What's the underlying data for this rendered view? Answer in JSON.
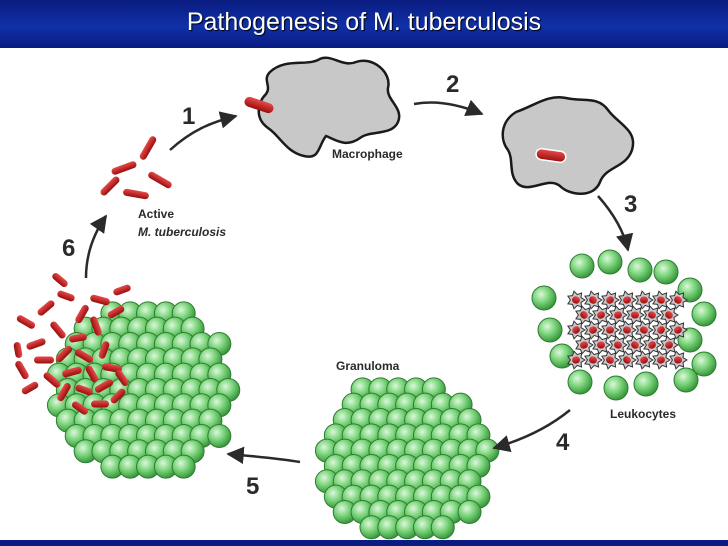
{
  "title": "Pathogenesis of M. tuberculosis",
  "labels": {
    "macrophage": "Macrophage",
    "active_line1": "Active",
    "active_line2": "M. tuberculosis",
    "granuloma": "Granuloma",
    "leukocytes": "Leukocytes"
  },
  "steps": [
    "1",
    "2",
    "3",
    "4",
    "5",
    "6"
  ],
  "colors": {
    "title_bar": "#0a1c80",
    "bacterium": "#c01818",
    "cell_green": "#7fd67f",
    "macrophage_gray": "#c8c8c8"
  }
}
